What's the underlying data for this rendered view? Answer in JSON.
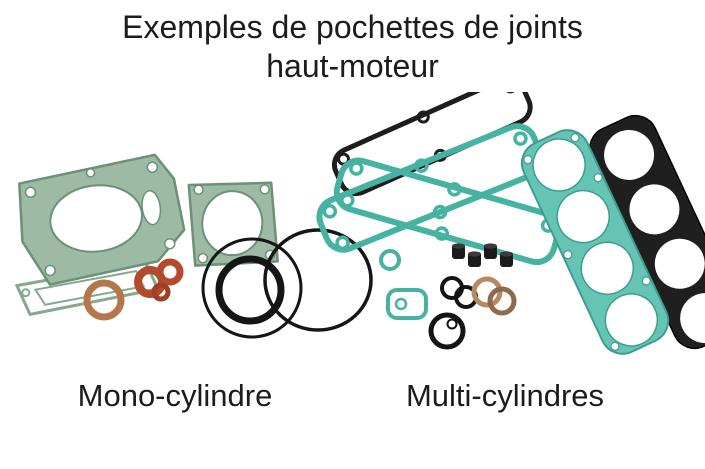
{
  "title": {
    "line1": "Exemples de pochettes de joints",
    "line2": "haut-moteur"
  },
  "captions": {
    "mono": "Mono-cylindre",
    "multi": "Multi-cylindres"
  },
  "colors": {
    "background": "#ffffff",
    "text": "#1c1c1c",
    "gasket_green": "#9cbaa4",
    "gasket_green_edge": "#6d9078",
    "gasket_teal": "#45b2a2",
    "gasket_teal_fill": "#66c4b4",
    "seal_black": "#1d1d1d",
    "copper": "#b5764a",
    "rubber_orange": "#b44a2c"
  }
}
